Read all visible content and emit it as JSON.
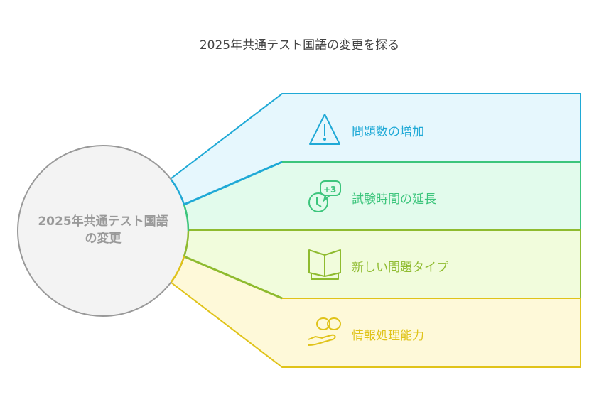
{
  "title": "2025年共通テスト国語の変更を探る",
  "center_label": "2025年共通テスト国語の変更",
  "items": [
    {
      "label": "問題数の増加",
      "icon": "warning-triangle-icon",
      "color": "#1fa9d6",
      "fill": "#e6f7fd"
    },
    {
      "label": "試験時間の延長",
      "icon": "clock-plus-three-icon",
      "color": "#3cc57c",
      "fill": "#e2fbec"
    },
    {
      "label": "新しい問題タイプ",
      "icon": "open-book-icon",
      "color": "#8fbb2f",
      "fill": "#f1fcdc"
    },
    {
      "label": "情報処理能力",
      "icon": "brain-hand-icon",
      "color": "#e0c31a",
      "fill": "#fef9d9"
    }
  ]
}
